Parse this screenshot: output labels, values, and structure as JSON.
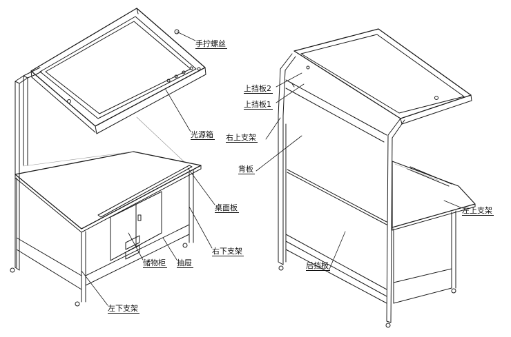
{
  "labels": {
    "hand_screw": "手拧螺丝",
    "light_box": "光源箱",
    "desk_top": "桌面板",
    "right_lower_bracket": "右下支架",
    "storage_cabinet": "储物柜",
    "drawer": "抽屉",
    "left_lower_bracket": "左下支架",
    "upper_baffle_2": "上挡板2",
    "upper_baffle_1": "上挡板1",
    "right_upper_bracket": "右上支架",
    "back_panel": "背板",
    "left_upper_bracket": "左上支架",
    "rear_baffle": "后挡板"
  }
}
